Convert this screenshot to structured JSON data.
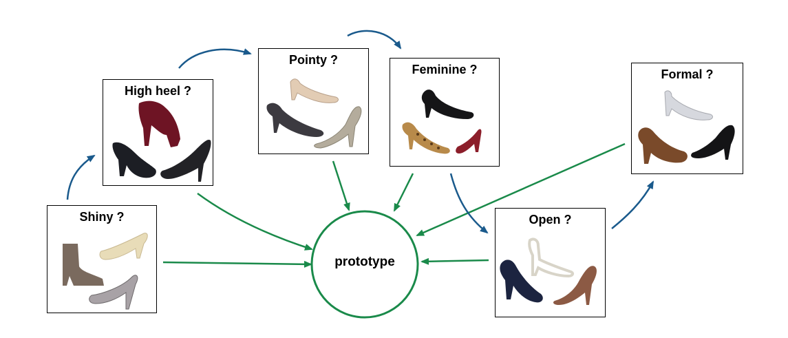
{
  "colors": {
    "green_arrow": "#1a8a4a",
    "blue_arrow": "#1a5a8c",
    "circle": "#1a8a4a"
  },
  "center": {
    "label": "prototype"
  },
  "boxes": [
    {
      "id": "shiny",
      "title": "Shiny ?"
    },
    {
      "id": "high-heel",
      "title": "High heel ?"
    },
    {
      "id": "pointy",
      "title": "Pointy ?"
    },
    {
      "id": "feminine",
      "title": "Feminine ?"
    },
    {
      "id": "open",
      "title": "Open ?"
    },
    {
      "id": "formal",
      "title": "Formal ?"
    }
  ]
}
